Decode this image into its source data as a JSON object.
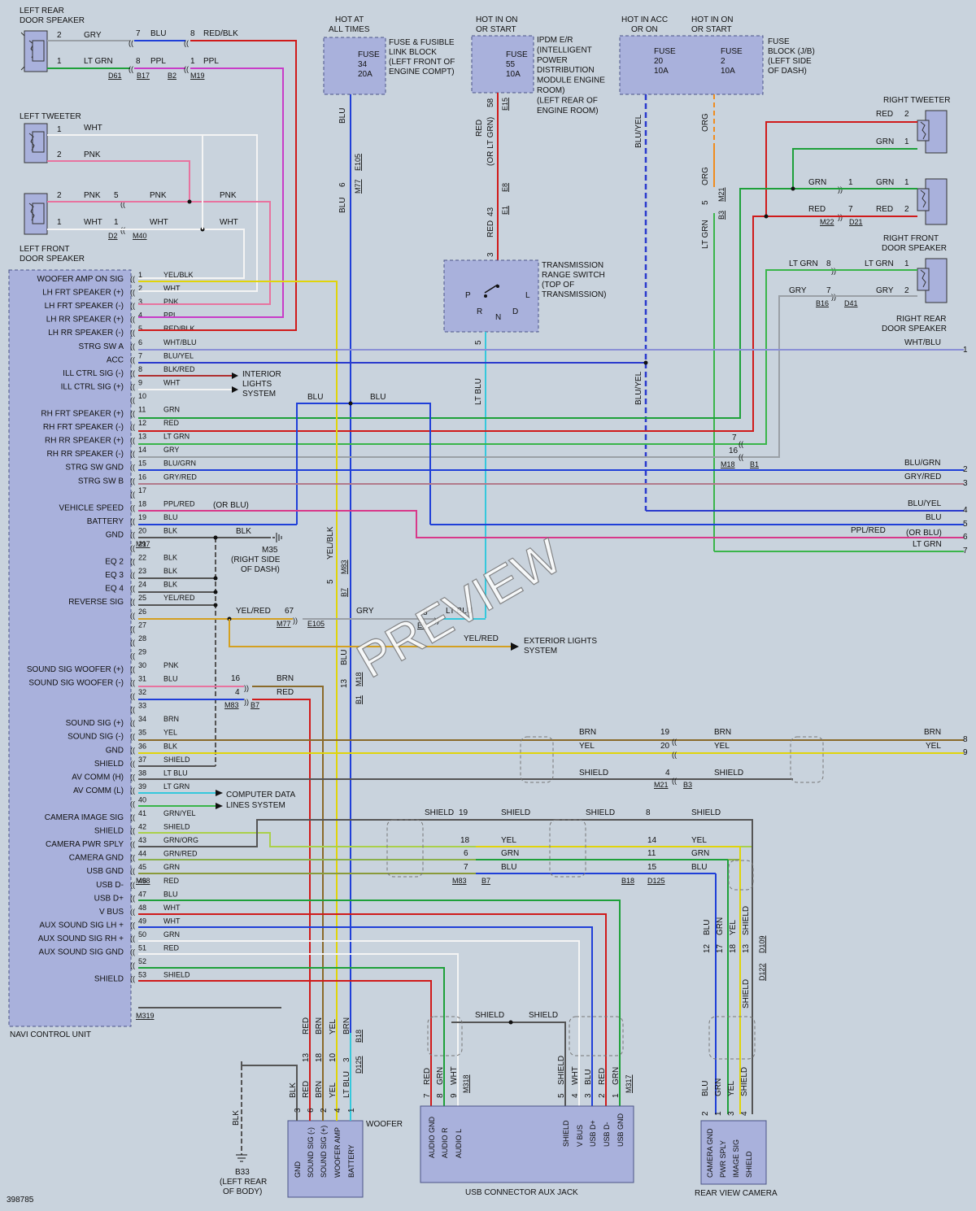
{
  "left_rear_door_speaker": {
    "label_line1": "LEFT REAR",
    "label_line2": "DOOR SPEAKER",
    "pins": [
      "2",
      "1"
    ],
    "wire_gry": "GRY",
    "wire_ltgrn": "LT GRN",
    "num7": "7",
    "wire_blu": "BLU",
    "num8a": "8",
    "wire_redblk": "RED/BLK",
    "num8b": "8",
    "wire_ppl": "PPL",
    "num1": "1",
    "wire_ppl2": "PPL",
    "conn_d61": "D61",
    "conn_b17": "B17",
    "conn_b2": "B2",
    "conn_m19": "M19"
  },
  "left_tweeter": {
    "label": "LEFT TWEETER",
    "pin1": "1",
    "pin2": "2",
    "wire1": "WHT",
    "wire2": "PNK"
  },
  "left_front_door_speaker": {
    "label_line1": "LEFT FRONT",
    "label_line2": "DOOR SPEAKER",
    "pin2": "2",
    "pin1": "1",
    "wire_pnk1": "PNK",
    "num5": "5",
    "wire_pnk2": "PNK",
    "wire_pnk3": "PNK",
    "wire_wht1": "WHT",
    "num1": "1",
    "wire_wht2": "WHT",
    "wire_wht3": "WHT",
    "conn_d2": "D2",
    "conn_m40": "M40"
  },
  "fuse34": {
    "hot_line1": "HOT AT",
    "hot_line2": "ALL TIMES",
    "fuse": "FUSE",
    "num": "34",
    "amp": "20A",
    "desc": [
      "FUSE & FUSIBLE",
      "LINK BLOCK",
      "(LEFT FRONT OF",
      "ENGINE COMPT)"
    ],
    "wire": "BLU",
    "pin": "6",
    "conn_e105": "E105",
    "conn_m77": "M77",
    "wire2": "BLU"
  },
  "fuse55": {
    "hot_line1": "HOT IN ON",
    "hot_line2": "OR START",
    "fuse": "FUSE",
    "num": "55",
    "amp": "10A",
    "desc": [
      "IPDM E/R",
      "(INTELLIGENT",
      "POWER",
      "DISTRIBUTION",
      "MODULE ENGINE",
      "ROOM)",
      "(LEFT REAR OF",
      "ENGINE ROOM)"
    ],
    "pin58": "58",
    "conn_e15": "E15",
    "wire_red": "RED",
    "wire_alt": "(OR LT GRN)",
    "pin43": "43",
    "conn_e8": "E8",
    "conn_e1": "E1",
    "wire_red2": "RED",
    "pin3": "3"
  },
  "fuse_jb": {
    "hot_acc1": "HOT IN ACC",
    "hot_acc2": "OR ON",
    "hot_on1": "HOT IN ON",
    "hot_on2": "OR START",
    "fuse20": "FUSE",
    "num20": "20",
    "amp20": "10A",
    "fuse2": "FUSE",
    "num2": "2",
    "amp2": "10A",
    "desc": [
      "FUSE",
      "BLOCK (J/B)",
      "(LEFT SIDE",
      "OF DASH)"
    ],
    "wire_bluyel": "BLU/YEL",
    "wire_org": "ORG",
    "wire_org2": "ORG",
    "pin5": "5",
    "conn_m21": "M21",
    "conn_b3": "B3",
    "wire_ltgrn": "LT GRN",
    "wire_bluyel2": "BLU/YEL"
  },
  "right_tweeter": {
    "label": "RIGHT TWEETER",
    "wire_red": "RED",
    "pin2": "2",
    "wire_grn": "GRN",
    "pin1": "1"
  },
  "right_front_door_speaker": {
    "wire_grn": "GRN",
    "num1a": "1",
    "wire_grn2": "GRN",
    "pin1": "1",
    "wire_red": "RED",
    "num7": "7",
    "wire_red2": "RED",
    "pin2": "2",
    "conn_m22": "M22",
    "conn_d21": "D21",
    "label_line1": "RIGHT FRONT",
    "label_line2": "DOOR SPEAKER"
  },
  "right_rear_door_speaker": {
    "wire_ltgrn": "LT GRN",
    "num8": "8",
    "wire_ltgrn2": "LT GRN",
    "pin1": "1",
    "wire_gry": "GRY",
    "num7": "7",
    "wire_gry2": "GRY",
    "pin2": "2",
    "conn_b16": "B16",
    "conn_d41": "D41",
    "label_line1": "RIGHT REAR",
    "label_line2": "DOOR SPEAKER"
  },
  "trs": {
    "title": [
      "TRANSMISSION",
      "RANGE SWITCH",
      "(TOP OF",
      "TRANSMISSION)"
    ],
    "p": "P",
    "r": "R",
    "n": "N",
    "d": "D",
    "l": "L",
    "pin5": "5",
    "wire": "LT BLU"
  },
  "navi": {
    "name": "NAVI CONTROL UNIT",
    "conn_m97": "M97",
    "conn_m98": "M98",
    "conn_m319": "M319",
    "rows": [
      {
        "pin": "1",
        "label": "WOOFER AMP ON SIG",
        "wire": "YEL/BLK"
      },
      {
        "pin": "2",
        "label": "LH FRT SPEAKER (+)",
        "wire": "WHT"
      },
      {
        "pin": "3",
        "label": "LH FRT SPEAKER (-)",
        "wire": "PNK"
      },
      {
        "pin": "4",
        "label": "LH RR SPEAKER (+)",
        "wire": "PPL"
      },
      {
        "pin": "5",
        "label": "LH RR SPEAKER (-)",
        "wire": "RED/BLK"
      },
      {
        "pin": "6",
        "label": "STRG SW A",
        "wire": "WHT/BLU"
      },
      {
        "pin": "7",
        "label": "ACC",
        "wire": "BLU/YEL"
      },
      {
        "pin": "8",
        "label": "ILL CTRL SIG (-)",
        "wire": "BLK/RED"
      },
      {
        "pin": "9",
        "label": "ILL CTRL SIG (+)",
        "wire": "WHT"
      },
      {
        "pin": "10",
        "label": "",
        "wire": ""
      },
      {
        "pin": "11",
        "label": "RH FRT SPEAKER (+)",
        "wire": "GRN"
      },
      {
        "pin": "12",
        "label": "RH FRT SPEAKER (-)",
        "wire": "RED"
      },
      {
        "pin": "13",
        "label": "RH RR SPEAKER (+)",
        "wire": "LT GRN"
      },
      {
        "pin": "14",
        "label": "RH RR SPEAKER (-)",
        "wire": "GRY"
      },
      {
        "pin": "15",
        "label": "STRG SW GND",
        "wire": "BLU/GRN"
      },
      {
        "pin": "16",
        "label": "STRG SW B",
        "wire": "GRY/RED"
      },
      {
        "pin": "17",
        "label": "",
        "wire": ""
      },
      {
        "pin": "18",
        "label": "VEHICLE SPEED",
        "wire": "PPL/RED"
      },
      {
        "pin": "19",
        "label": "BATTERY",
        "wire": "BLU"
      },
      {
        "pin": "20",
        "label": "GND",
        "wire": "BLK"
      },
      {
        "pin": "21",
        "label": "",
        "wire": ""
      },
      {
        "pin": "22",
        "label": "EQ 2",
        "wire": "BLK"
      },
      {
        "pin": "23",
        "label": "EQ 3",
        "wire": "BLK"
      },
      {
        "pin": "24",
        "label": "EQ 4",
        "wire": "BLK"
      },
      {
        "pin": "25",
        "label": "REVERSE SIG",
        "wire": "YEL/RED"
      },
      {
        "pin": "26",
        "label": "",
        "wire": ""
      },
      {
        "pin": "27",
        "label": "",
        "wire": ""
      },
      {
        "pin": "28",
        "label": "",
        "wire": ""
      },
      {
        "pin": "29",
        "label": "",
        "wire": ""
      },
      {
        "pin": "30",
        "label": "SOUND SIG WOOFER (+)",
        "wire": "PNK"
      },
      {
        "pin": "31",
        "label": "SOUND SIG WOOFER (-)",
        "wire": "BLU"
      },
      {
        "pin": "32",
        "label": "",
        "wire": ""
      },
      {
        "pin": "33",
        "label": "",
        "wire": ""
      },
      {
        "pin": "34",
        "label": "SOUND SIG (+)",
        "wire": "BRN"
      },
      {
        "pin": "35",
        "label": "SOUND SIG (-)",
        "wire": "YEL"
      },
      {
        "pin": "36",
        "label": "GND",
        "wire": "BLK"
      },
      {
        "pin": "37",
        "label": "SHIELD",
        "wire": "SHIELD"
      },
      {
        "pin": "38",
        "label": "AV COMM (H)",
        "wire": "LT BLU"
      },
      {
        "pin": "39",
        "label": "AV COMM (L)",
        "wire": "LT GRN"
      },
      {
        "pin": "40",
        "label": "",
        "wire": ""
      },
      {
        "pin": "41",
        "label": "CAMERA IMAGE SIG",
        "wire": "GRN/YEL"
      },
      {
        "pin": "42",
        "label": "SHIELD",
        "wire": "SHIELD"
      },
      {
        "pin": "43",
        "label": "CAMERA PWR SPLY",
        "wire": "GRN/ORG"
      },
      {
        "pin": "44",
        "label": "CAMERA GND",
        "wire": "GRN/RED"
      },
      {
        "pin": "45",
        "label": "USB GND",
        "wire": "GRN"
      },
      {
        "pin": "46",
        "label": "USB D-",
        "wire": "RED"
      },
      {
        "pin": "47",
        "label": "USB D+",
        "wire": "BLU"
      },
      {
        "pin": "48",
        "label": "V BUS",
        "wire": "WHT"
      },
      {
        "pin": "49",
        "label": "AUX SOUND SIG LH +",
        "wire": "WHT"
      },
      {
        "pin": "50",
        "label": "AUX SOUND SIG RH +",
        "wire": "GRN"
      },
      {
        "pin": "51",
        "label": "AUX SOUND SIG GND",
        "wire": "RED"
      },
      {
        "pin": "52",
        "label": "",
        "wire": ""
      },
      {
        "pin": "53",
        "label": "SHIELD",
        "wire": "SHIELD"
      }
    ]
  },
  "side_labels": {
    "interior": [
      "INTERIOR",
      "LIGHTS",
      "SYSTEM"
    ],
    "computer": [
      "COMPUTER DATA",
      "LINES SYSTEM"
    ],
    "exterior": [
      "EXTERIOR LIGHTS",
      "SYSTEM"
    ],
    "m35": [
      "M35",
      "(RIGHT SIDE",
      "OF DASH)"
    ],
    "or_blu": "(OR BLU)",
    "or_blu2": "(OR BLU)"
  },
  "right_edge": [
    {
      "num": "1",
      "wire": "WHT/BLU"
    },
    {
      "num": "2",
      "wire": "BLU/GRN"
    },
    {
      "num": "3",
      "wire": "GRY/RED"
    },
    {
      "num": "4",
      "wire": "BLU/YEL"
    },
    {
      "num": "5",
      "wire": "BLU"
    },
    {
      "num": "6",
      "wire": "PPL/RED"
    },
    {
      "num": "7",
      "wire": "LT GRN"
    },
    {
      "num": "8",
      "wire": "BRN"
    },
    {
      "num": "9",
      "wire": "YEL"
    }
  ],
  "mid_labels": {
    "blu_a": "BLU",
    "blu_b": "BLU",
    "n7": "7",
    "n16": "16",
    "conn_m18": "M18",
    "conn_b1": "B1",
    "blk20": "BLK",
    "yelred": "YEL/RED",
    "n67": "67",
    "conn_m77": "M77",
    "conn_e105": "E105",
    "gry": "GRY",
    "n8": "8",
    "conn_e8": "E8",
    "ltblu": "LT BLU",
    "yelred2": "YEL/RED",
    "n16b": "16",
    "n4": "4",
    "brn": "BRN",
    "red": "RED",
    "conn_m83": "M83",
    "conn_b7": "B7",
    "yelblk": "YEL/BLK",
    "n5": "5",
    "conn_b7v": "B7",
    "conn_m83v": "M83",
    "blu_v": "BLU",
    "n13": "13",
    "conn_m18v": "M18",
    "conn_b1v": "B1",
    "brn_a": "BRN",
    "n19": "19",
    "brn_b": "BRN",
    "yel_a": "YEL",
    "n20": "20",
    "yel_b": "YEL",
    "shield_a": "SHIELD",
    "n4b": "4",
    "shield_b": "SHIELD",
    "conn_m21": "M21",
    "conn_b3": "B3",
    "shield_c": "SHIELD",
    "n19b": "19",
    "shield_d": "SHIELD",
    "shield_e": "SHIELD",
    "n8b": "8",
    "shield_f": "SHIELD",
    "n18": "18",
    "yel_c": "YEL",
    "n14": "14",
    "yel_d": "YEL",
    "n6": "6",
    "grn_c": "GRN",
    "n11": "11",
    "grn_d": "GRN",
    "n7b": "7",
    "blu_c": "BLU",
    "n15": "15",
    "blu_d": "BLU",
    "conn_m83b": "M83",
    "conn_b7b": "B7",
    "conn_b18": "B18",
    "conn_d125": "D125"
  },
  "camera_vert": {
    "n12": "12",
    "blu": "BLU",
    "n17": "17",
    "grn": "GRN",
    "n18": "18",
    "yel": "YEL",
    "n13": "13",
    "shield": "SHIELD",
    "conn_d109": "D109",
    "conn_d122": "D122",
    "shield2": "SHIELD"
  },
  "woofer": {
    "name": "WOOFER",
    "pins": [
      "3",
      "6",
      "2",
      "4",
      "1"
    ],
    "wires": [
      "BLK",
      "RED",
      "BRN",
      "YEL",
      "LT BLU"
    ],
    "labels": [
      "GND",
      "SOUND SIG (-)",
      "SOUND SIG (+)",
      "WOOFER AMP",
      "BATTERY"
    ],
    "upper_nums": [
      "13",
      "18",
      "10",
      "3"
    ],
    "upper_wires": [
      "RED",
      "BRN",
      "YEL",
      "BRN"
    ],
    "conn_b18": "B18",
    "conn_d125": "D125",
    "blk": "BLK",
    "ground": [
      "B33",
      "(LEFT REAR",
      "OF BODY)"
    ]
  },
  "usb": {
    "name": "USB CONNECTOR AUX JACK",
    "conn_m318": "M318",
    "conn_m317": "M317",
    "shield_a": "SHIELD",
    "shield_b": "SHIELD",
    "left_nums": [
      "7",
      "8",
      "9"
    ],
    "left_wires": [
      "RED",
      "GRN",
      "WHT"
    ],
    "left_labels": [
      "AUDIO GND",
      "AUDIO R",
      "AUDIO L"
    ],
    "right_nums": [
      "5",
      "4",
      "3",
      "2",
      "1"
    ],
    "right_wires": [
      "SHIELD",
      "WHT",
      "BLU",
      "RED",
      "GRN"
    ],
    "right_labels": [
      "SHIELD",
      "V BUS",
      "USB D+",
      "USB D-",
      "USB GND"
    ]
  },
  "camera": {
    "name": "REAR VIEW CAMERA",
    "nums": [
      "2",
      "1",
      "3",
      "4"
    ],
    "wires": [
      "BLU",
      "GRN",
      "YEL",
      "SHIELD"
    ],
    "labels": [
      "CAMERA GND",
      "PWR SPLY",
      "IMAGE SIG",
      "SHIELD"
    ]
  },
  "footer_id": "398785",
  "watermark": "PREVIEW",
  "colors": {
    "background": "#c9d3dd",
    "box": "#a9b1dc",
    "red": "#d01a1a",
    "blu": "#1f3fd8",
    "grn": "#1ea03a",
    "ltgrn": "#3ab54a",
    "ltblu": "#35c8dc",
    "yel": "#e0d40a",
    "pnk": "#e8739f",
    "ppl": "#c83cc8",
    "gry": "#9aa0a6",
    "wht": "#f4f4f4",
    "brn": "#8a6a2a",
    "blk": "#222222",
    "org": "#f08c1e",
    "blukyel": "#2a3acd"
  }
}
